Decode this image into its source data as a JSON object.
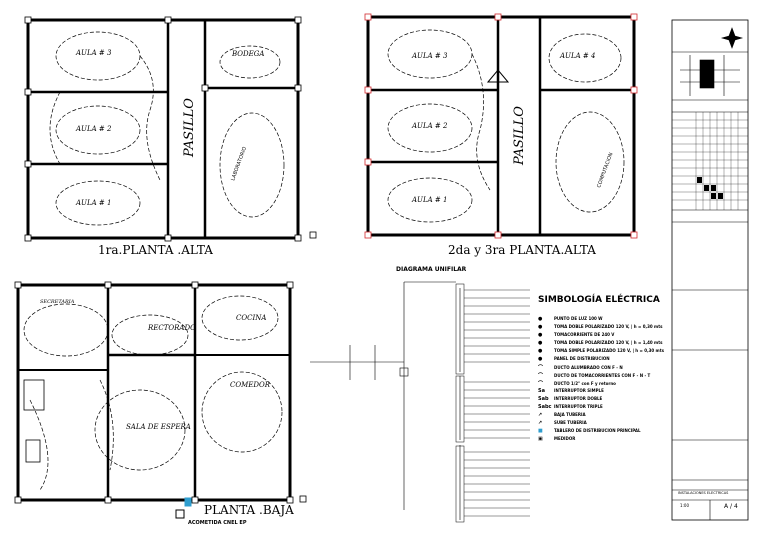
{
  "plans": {
    "upper1": {
      "title": "1ra.PLANTA .ALTA",
      "rooms": {
        "aula3": "AULA # 3",
        "aula2": "AULA # 2",
        "aula1": "AULA # 1",
        "bodega": "BODEGA",
        "laboratorio": "LABORATORIO",
        "pasillo": "PASILLO"
      }
    },
    "upper23": {
      "title": "2da y 3ra PLANTA.ALTA",
      "rooms": {
        "aula3": "AULA # 3",
        "aula4": "AULA # 4",
        "aula2": "AULA # 2",
        "aula1": "AULA # 1",
        "computacion": "COMPUTACION",
        "pasillo": "PASILLO"
      }
    },
    "ground": {
      "title": "PLANTA .BAJA",
      "rooms": {
        "secretaria": "SECRETARIA",
        "rectorado": "RECTORADO",
        "cocina": "COCINA",
        "comedor": "COMEDOR",
        "sala": "SALA DE ESPERA"
      },
      "acometida": "ACOMETIDA CNEL EP"
    }
  },
  "diagram": {
    "title": "DIAGRAMA UNIFILAR"
  },
  "legend": {
    "title": "SIMBOLOGÍA ELÉCTRICA",
    "items": [
      {
        "icon": "point-icon",
        "text": "PUNTO DE LUZ 100 W"
      },
      {
        "icon": "outlet-icon",
        "text": "TOMA DOBLE POLARIZADO 120 V, | h = 0,30 mts"
      },
      {
        "icon": "outlet-icon",
        "text": "TOMACORRIENTE DE 240 V"
      },
      {
        "icon": "outlet-icon",
        "text": "TOMA DOBLE POLARIZADO 120 V, | h = 1,40 mts"
      },
      {
        "icon": "outlet-icon",
        "text": "TOMA SIMPLE POLARIZADO 120 V, | h = 0,30 mts"
      },
      {
        "icon": "panel-icon",
        "text": "PANEL DE DISTRIBUCION"
      },
      {
        "icon": "duct-icon",
        "text": "DUCTO ALUMBRADO CON F - N"
      },
      {
        "icon": "duct-icon",
        "text": "DUCTO DE TOMACORRIENTES CON F - N - T"
      },
      {
        "icon": "duct-icon",
        "text": "DUCTO 1/2\" con F y retorno"
      },
      {
        "icon": "switch-icon",
        "text": "INTERRUPTOR SIMPLE",
        "sym": "Sa"
      },
      {
        "icon": "switch-icon",
        "text": "INTERRUPTOR DOBLE",
        "sym": "Sab"
      },
      {
        "icon": "switch-icon",
        "text": "INTERRUPTOR TRIPLE",
        "sym": "Sabc"
      },
      {
        "icon": "arrow-icon",
        "text": "BAJA TUBERIA"
      },
      {
        "icon": "arrow-icon",
        "text": "SUBE TUBERIA"
      },
      {
        "icon": "board-icon",
        "text": "TABLERO DE DISTRIBUCION PRINCIPAL"
      },
      {
        "icon": "meter-icon",
        "text": "MEDIDOR"
      }
    ]
  },
  "titleblock": {
    "sheet": "A / 4",
    "scale": "1:00",
    "sheet_label": "INSTALACIONES ELECTRICAS"
  },
  "colors": {
    "ink": "#000000",
    "accent": "#d2292d",
    "panel": "#2f9ecf"
  }
}
